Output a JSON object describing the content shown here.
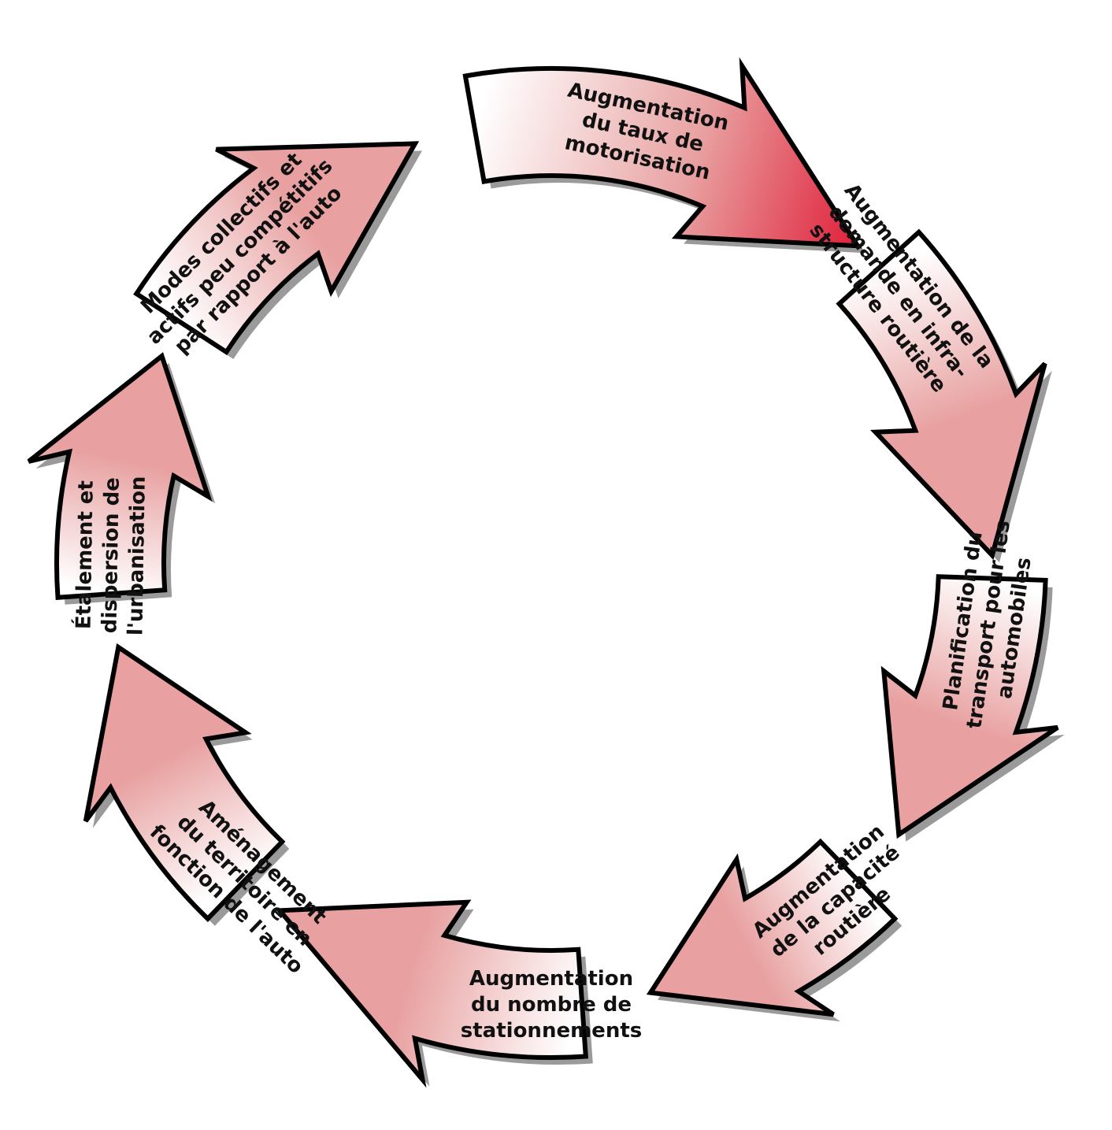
{
  "colors": {
    "arrow_light": "#ffffff",
    "arrow_dark": "#e8a0a0",
    "arrow_strong": "#e0203a",
    "outline": "#000000",
    "shadow": "#9a9a9a",
    "car_body": "#d6c983",
    "car_shadow": "#b7b7b7"
  },
  "cycle": [
    {
      "id": "motorisation",
      "lines": [
        "Augmentation",
        "du taux de",
        "motorisation"
      ]
    },
    {
      "id": "demande-infrastructure",
      "lines": [
        "Augmentation de la",
        "demande en infra-",
        "structure routière"
      ]
    },
    {
      "id": "planification",
      "lines": [
        "Planification du",
        "transport pour les",
        "automobiles"
      ]
    },
    {
      "id": "capacite-routiere",
      "lines": [
        "Augmentation",
        "de la capacité",
        "routière"
      ]
    },
    {
      "id": "stationnements",
      "lines": [
        "Augmentation",
        "du nombre de",
        "stationnements"
      ]
    },
    {
      "id": "amenagement",
      "lines": [
        "Aménagement",
        "du territoire en",
        "fonction de l'auto"
      ]
    },
    {
      "id": "etalement",
      "lines": [
        "Étalement et",
        "dispersion de",
        "l'urbanisation"
      ]
    },
    {
      "id": "modes-collectifs",
      "lines": [
        "Modes collectifs et",
        "actifs peu compétitifs",
        "par rapport à l'auto"
      ]
    }
  ],
  "center_image": {
    "icon": "car-icon"
  }
}
